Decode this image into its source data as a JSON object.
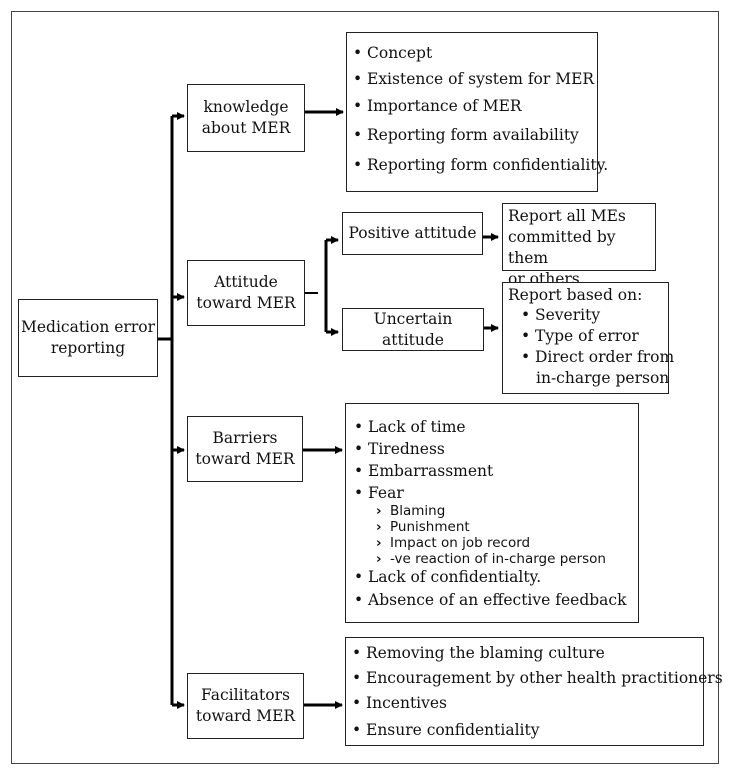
{
  "root": {
    "line1": "Medication error",
    "line2": "reporting"
  },
  "knowledge": {
    "line1": "knowledge",
    "line2": "about MER",
    "items": [
      "Concept",
      "Existence of system for MER",
      "Importance of MER",
      "Reporting form availability",
      "Reporting form confidentiality."
    ]
  },
  "attitude": {
    "line1": "Attitude",
    "line2": "toward MER",
    "positive": {
      "label": "Positive attitude",
      "detail": [
        "Report all MEs",
        "committed by them",
        "or others"
      ]
    },
    "uncertain": {
      "label": "Uncertain attitude",
      "heading": "Report based on:",
      "items": [
        "Severity",
        "Type of error",
        "Direct order from"
      ],
      "continuation": "in-charge person"
    }
  },
  "barriers": {
    "line1": "Barriers",
    "line2": "toward MER",
    "items": [
      "Lack of time",
      "Tiredness",
      "Embarrassment",
      "Fear"
    ],
    "fear_subitems": [
      "Blaming",
      "Punishment",
      "Impact on job record",
      "-ve reaction of in-charge person"
    ],
    "items_after": [
      "Lack of confidentialty.",
      "Absence of an effective feedback"
    ]
  },
  "facilitators": {
    "line1": "Facilitators",
    "line2": "toward MER",
    "items": [
      "Removing the blaming culture",
      "Encouragement by other health practitioners",
      "Incentives",
      "Ensure confidentiality"
    ]
  }
}
